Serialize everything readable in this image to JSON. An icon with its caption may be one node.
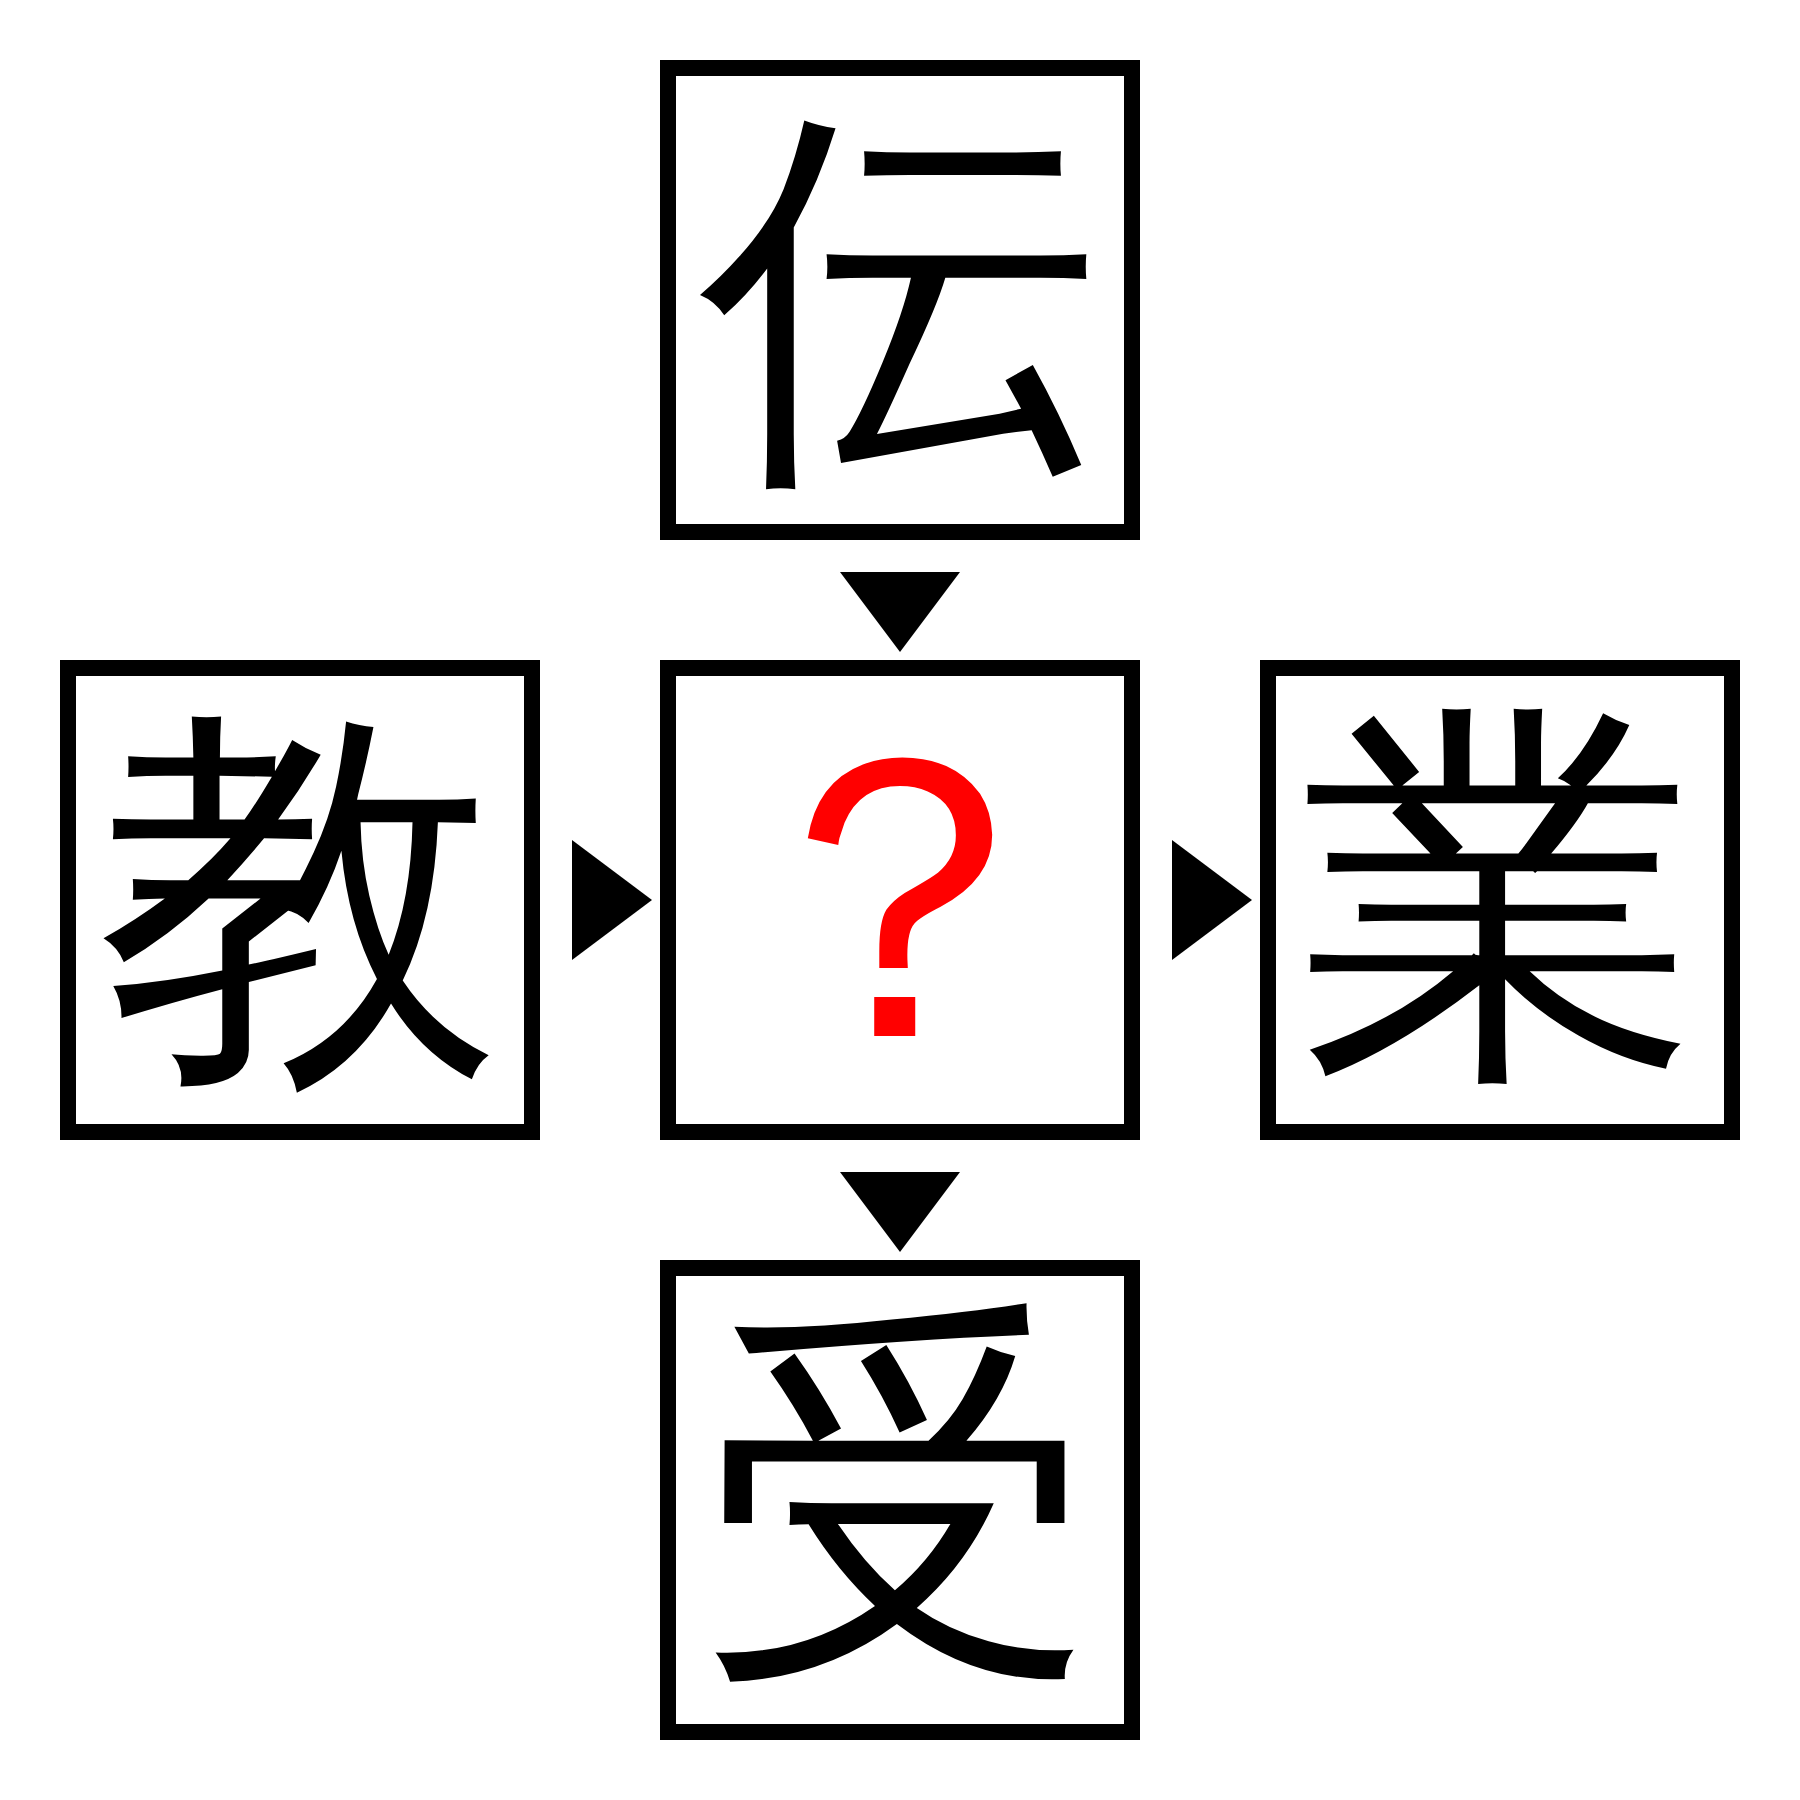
{
  "diagram": {
    "nodes": [
      {
        "text": [
          "伝"
        ]
      },
      {
        "text": [
          "教"
        ]
      },
      {
        "text": [
          "？"
        ]
      },
      {
        "text": [
          "業"
        ]
      },
      {
        "text": [
          "受"
        ]
      }
    ],
    "edges": [
      {
        "from": 0,
        "to": 2,
        "arrow": "to"
      },
      {
        "from": 1,
        "to": 2,
        "arrow": "to"
      },
      {
        "from": 2,
        "to": 3,
        "arrow": "to"
      },
      {
        "from": 2,
        "to": 4,
        "arrow": "to"
      }
    ]
  }
}
